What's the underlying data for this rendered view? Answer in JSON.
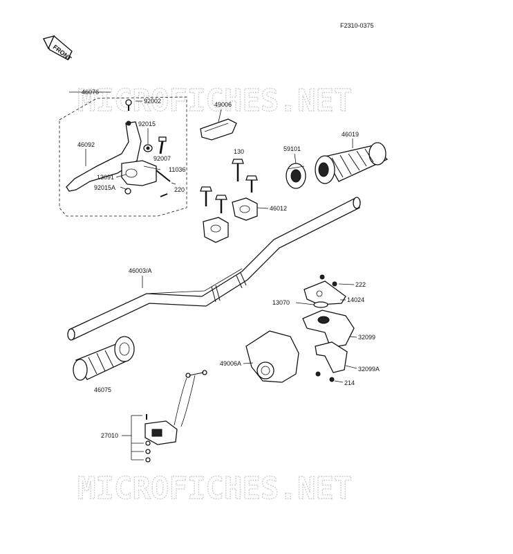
{
  "figure_code": "F2310-0375",
  "front_label": "FRONT",
  "watermark": "MICROFICHES.NET",
  "labels": {
    "p46076": "46076",
    "p92002": "92002",
    "p92015": "92015",
    "p46092": "46092",
    "p92007": "92007",
    "p13091": "13091",
    "p11036": "11036",
    "p92015a": "92015A",
    "p220": "220",
    "p49006": "49006",
    "p130": "130",
    "p59101": "59101",
    "p46019": "46019",
    "p46012": "46012",
    "p46003a": "46003/A",
    "p222": "222",
    "p13070": "13070",
    "p14024": "14024",
    "p32099": "32099",
    "p49006a": "49006A",
    "p32099a": "32099A",
    "p214": "214",
    "p46075": "46075",
    "p27010": "27010"
  }
}
